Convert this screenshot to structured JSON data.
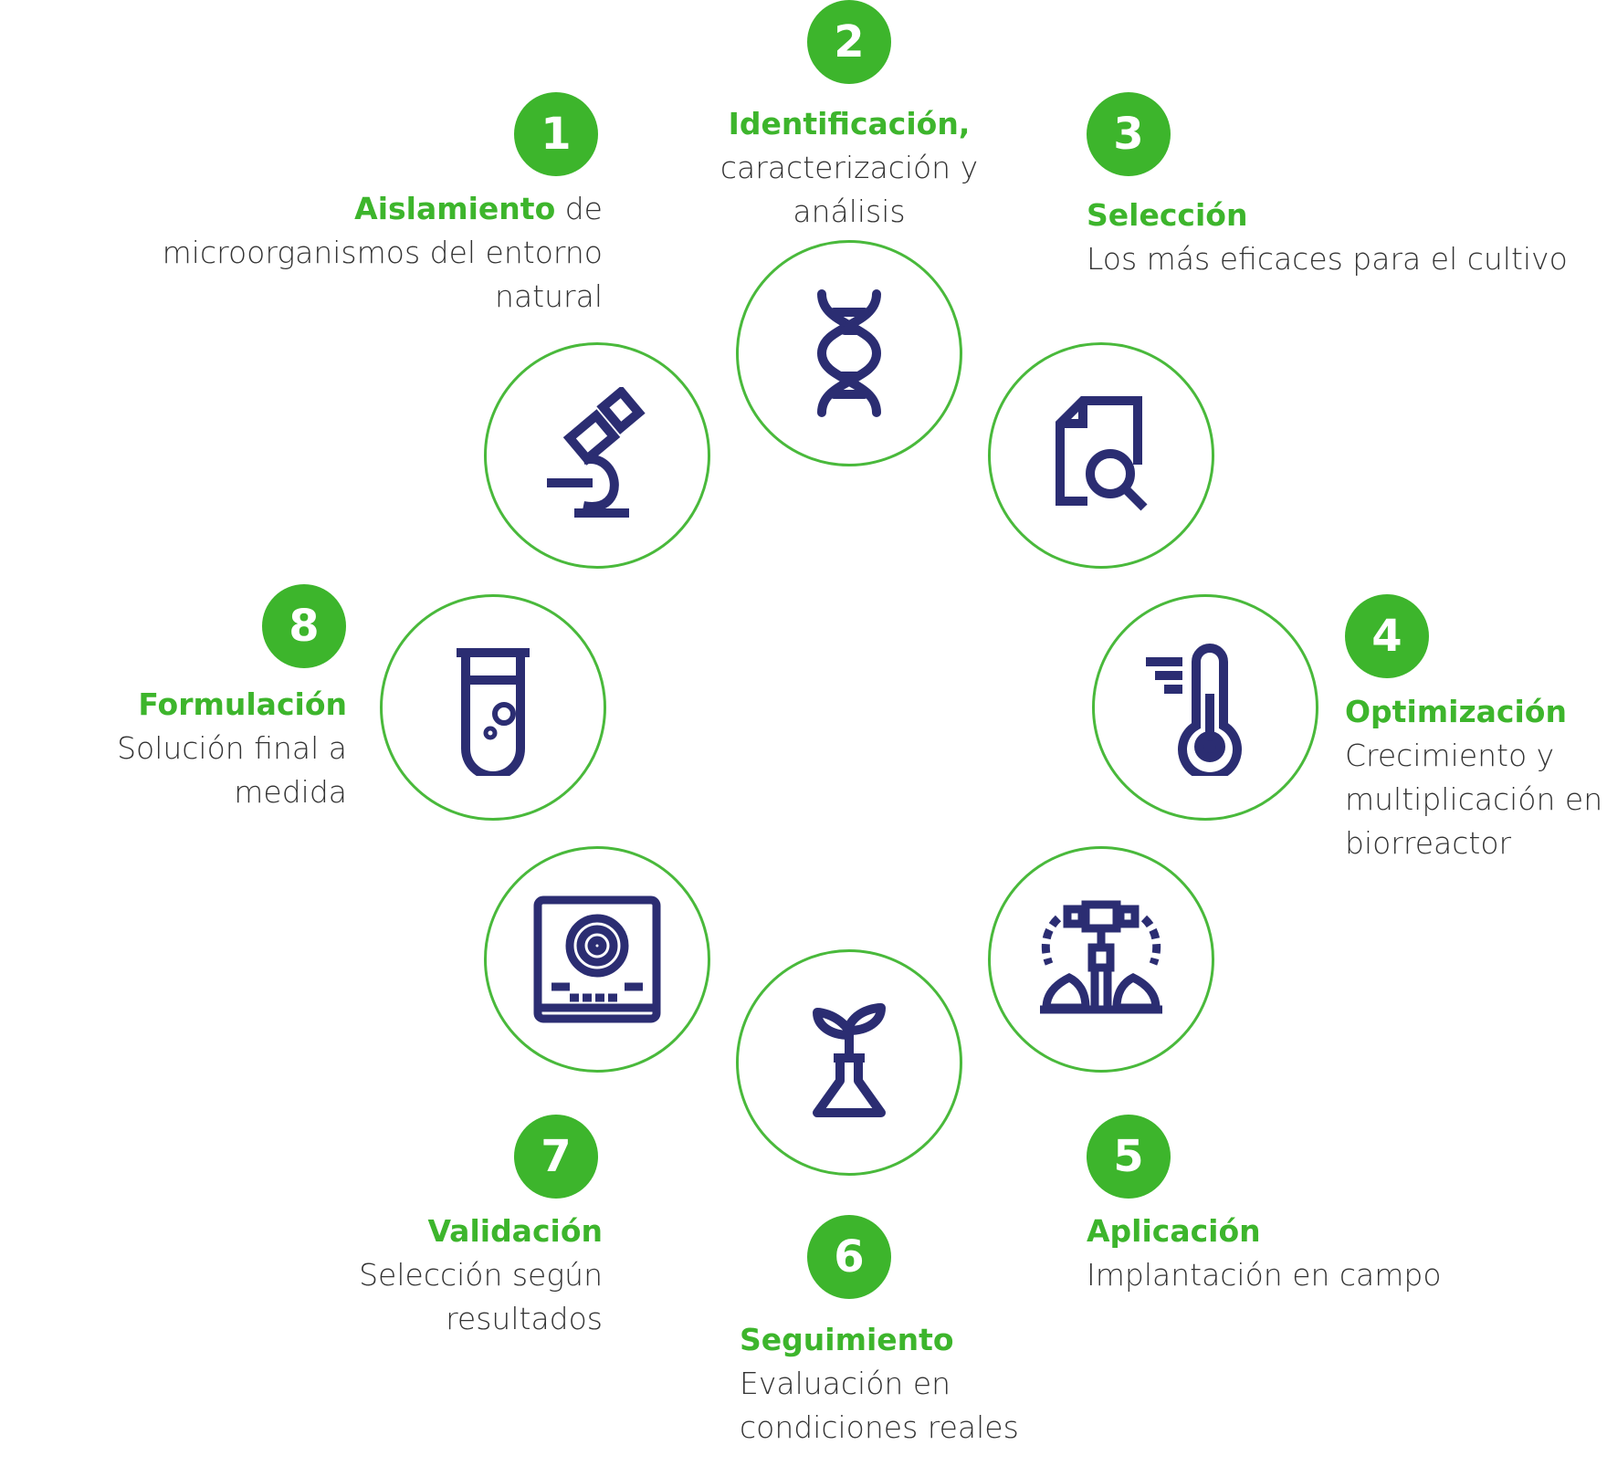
{
  "colors": {
    "accent": "#3db52c",
    "ring": "#49b93b",
    "icon": "#2b2d72",
    "text": "#333333"
  },
  "steps": [
    {
      "number": "1",
      "title": "Aislamiento",
      "desc": " de\nmicroorganismos del entorno\nnatural",
      "icon": "microscope-icon"
    },
    {
      "number": "2",
      "title": "Identificación,",
      "desc": "caracterización y\nanálisis",
      "icon": "dna-icon"
    },
    {
      "number": "3",
      "title": "Selección",
      "desc": "Los más eficaces para el cultivo",
      "icon": "document-search-icon"
    },
    {
      "number": "4",
      "title": "Optimización",
      "desc": "Crecimiento y\nmultiplicación en\nbiorreactor",
      "icon": "thermometer-icon"
    },
    {
      "number": "5",
      "title": "Aplicación",
      "desc": "Implantación en campo",
      "icon": "sprinkler-icon"
    },
    {
      "number": "6",
      "title": "Seguimiento",
      "desc": "Evaluación en\ncondiciones reales",
      "icon": "plant-flask-icon"
    },
    {
      "number": "7",
      "title": "Validación",
      "desc": "Selección según\nresultados",
      "icon": "petri-dish-icon"
    },
    {
      "number": "8",
      "title": "Formulación",
      "desc": "Solución final a medida",
      "icon": "test-tube-icon"
    }
  ]
}
